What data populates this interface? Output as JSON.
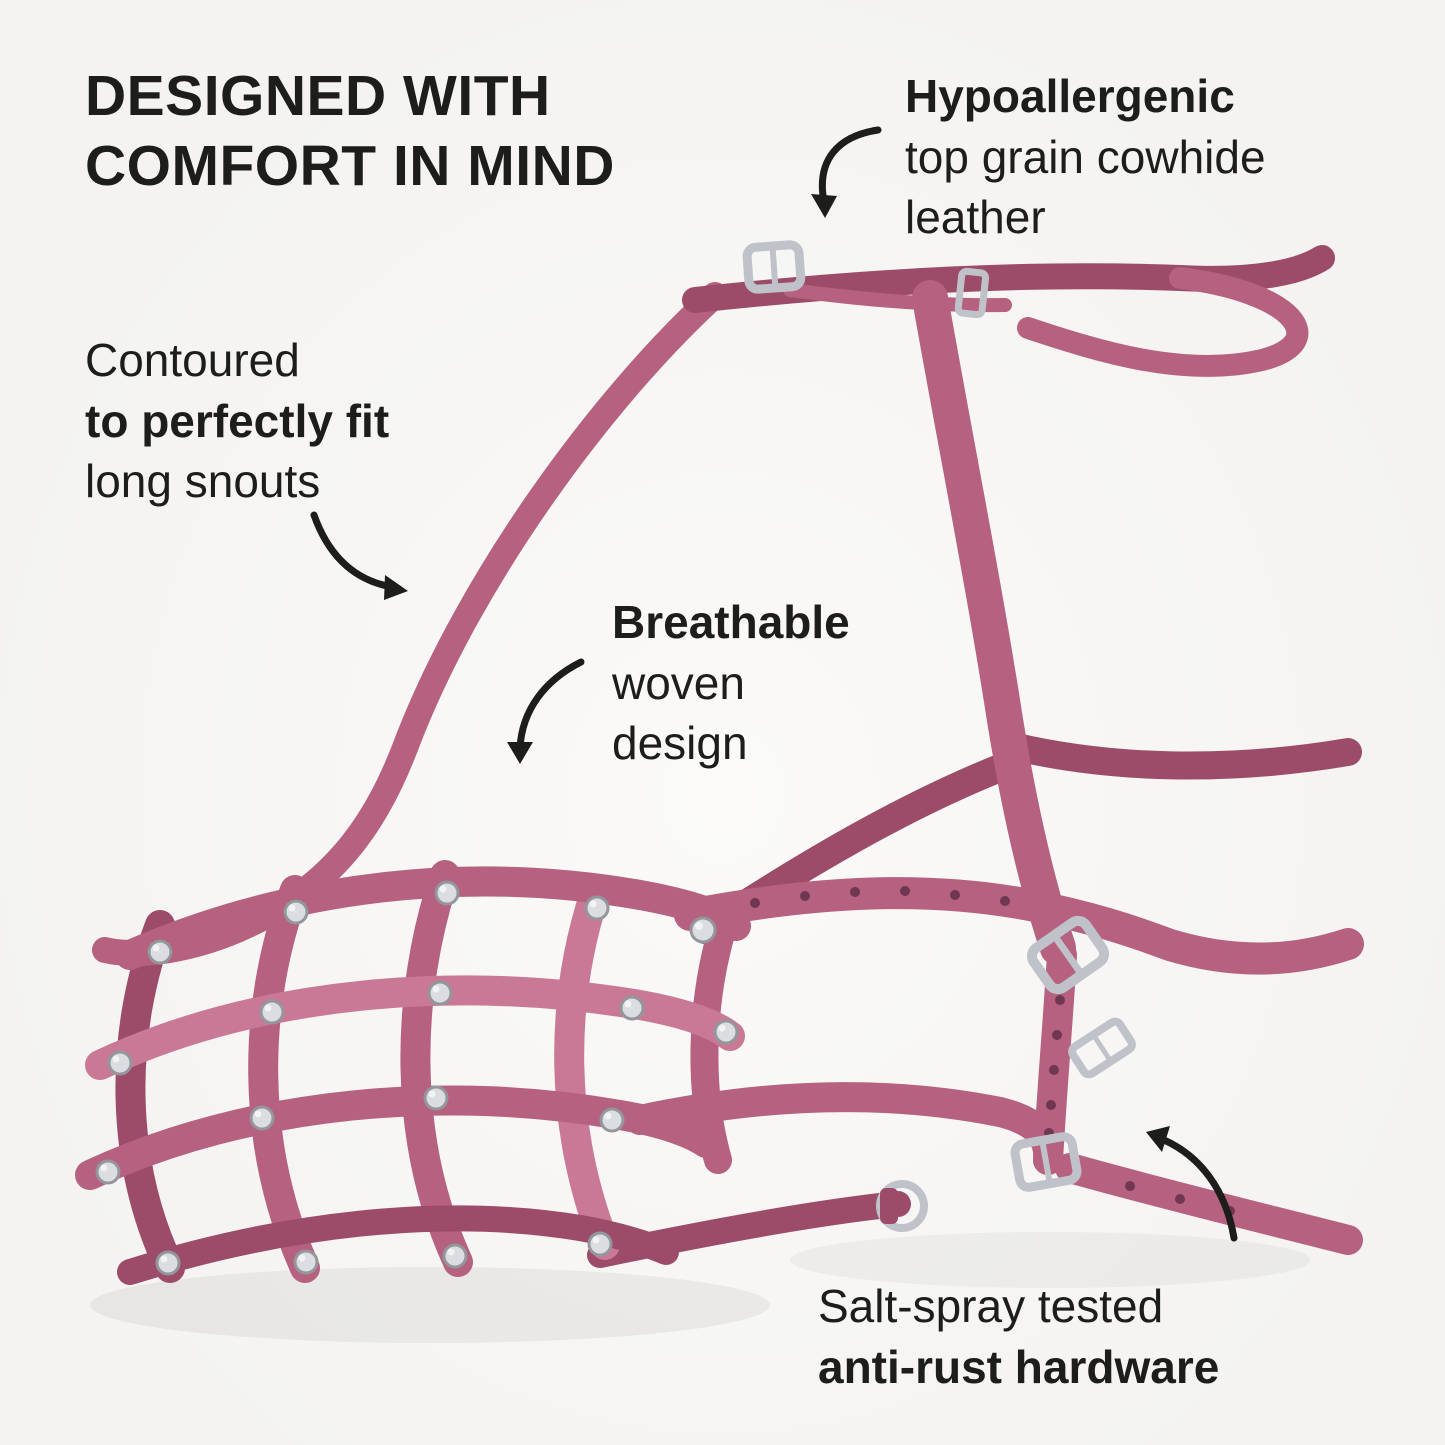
{
  "headline": {
    "line1": "DESIGNED WITH",
    "line2": "COMFORT IN MIND"
  },
  "callouts": {
    "hypoallergenic": {
      "line1": "Hypoallergenic",
      "line2": "top grain cowhide",
      "line3": "leather"
    },
    "contoured": {
      "line1": "Contoured",
      "line2": "to perfectly fit",
      "line3": "long snouts"
    },
    "breathable": {
      "line1": "Breathable",
      "line2": "woven",
      "line3": "design"
    },
    "salt_spray": {
      "line1": "Salt-spray tested",
      "line2": "anti-rust hardware"
    }
  },
  "product": {
    "description": "pink leather basket-weave dog muzzle with metal buckles and rivets",
    "colors": {
      "strap": "#b5617f",
      "strap_dark": "#9c4c69",
      "strap_light": "#c97995",
      "metal": "#bfc3c9",
      "metal_dark": "#84878d",
      "text": "#1d1d1b",
      "background": "#f4f3f1"
    }
  }
}
